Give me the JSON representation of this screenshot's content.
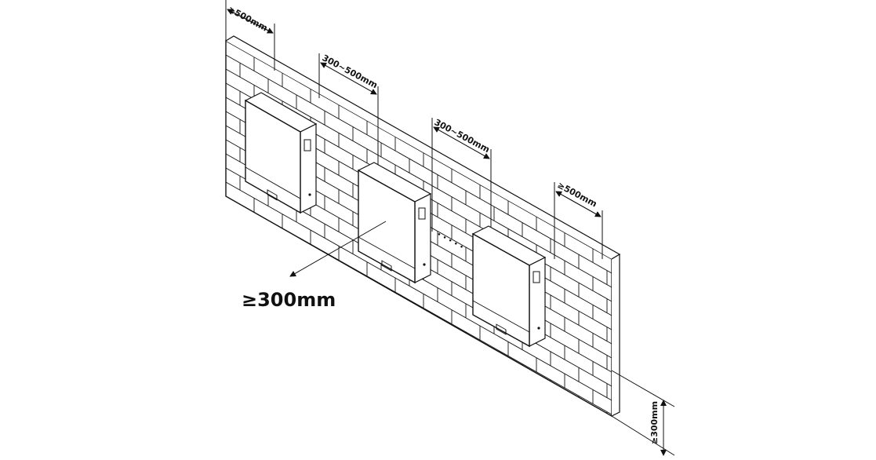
{
  "diagram": {
    "clearances": {
      "left_side": "≥500mm",
      "between_units_1": "300~500mm",
      "between_units_2": "300~500mm",
      "right_side": "≥500mm",
      "front": "≥300mm",
      "bottom": "≥300mm"
    },
    "units": [
      "unit-1",
      "unit-2",
      "unit-3"
    ],
    "continuation_marks": "• • • • •",
    "colors": {
      "line": "#111111",
      "background": "#ffffff"
    }
  }
}
